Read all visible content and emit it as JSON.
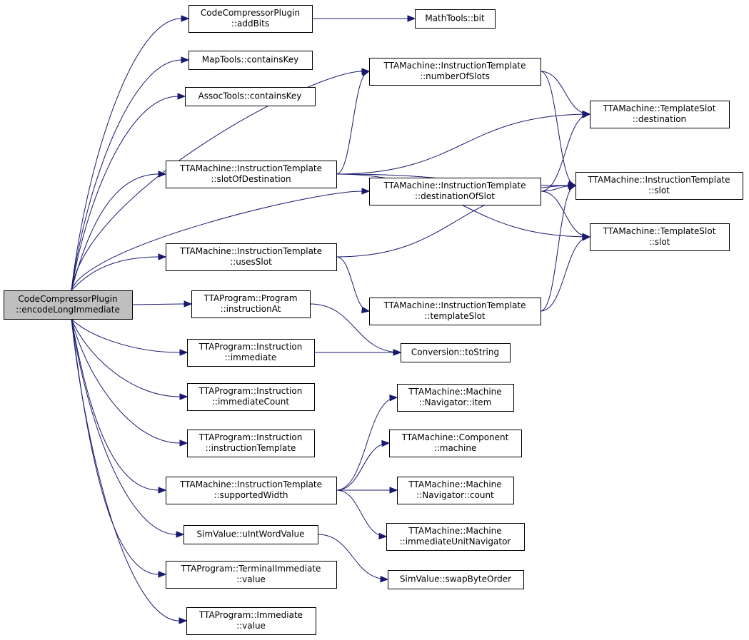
{
  "colors": {
    "edge": "#191970",
    "root_fill": "#bfbfbf",
    "node_fill": "#ffffff",
    "node_stroke": "#000000"
  },
  "nodes": [
    {
      "id": "root",
      "lines": [
        "CodeCompressorPlugin",
        "::encodeLongImmediate"
      ],
      "root": true
    },
    {
      "id": "addBits",
      "lines": [
        "CodeCompressorPlugin",
        "::addBits"
      ]
    },
    {
      "id": "mathBit",
      "lines": [
        "MathTools::bit"
      ]
    },
    {
      "id": "mapContains",
      "lines": [
        "MapTools::containsKey"
      ]
    },
    {
      "id": "assocContains",
      "lines": [
        "AssocTools::containsKey"
      ]
    },
    {
      "id": "numberOfSlots",
      "lines": [
        "TTAMachine::InstructionTemplate",
        "::numberOfSlots"
      ]
    },
    {
      "id": "tsDestination",
      "lines": [
        "TTAMachine::TemplateSlot",
        "::destination"
      ]
    },
    {
      "id": "slotOfDestination",
      "lines": [
        "TTAMachine::InstructionTemplate",
        "::slotOfDestination"
      ]
    },
    {
      "id": "itSlot",
      "lines": [
        "TTAMachine::InstructionTemplate",
        "::slot"
      ]
    },
    {
      "id": "destinationOfSlot",
      "lines": [
        "TTAMachine::InstructionTemplate",
        "::destinationOfSlot"
      ]
    },
    {
      "id": "tsSlot",
      "lines": [
        "TTAMachine::TemplateSlot",
        "::slot"
      ]
    },
    {
      "id": "usesSlot",
      "lines": [
        "TTAMachine::InstructionTemplate",
        "::usesSlot"
      ]
    },
    {
      "id": "instructionAt",
      "lines": [
        "TTAProgram::Program",
        "::instructionAt"
      ]
    },
    {
      "id": "templateSlot",
      "lines": [
        "TTAMachine::InstructionTemplate",
        "::templateSlot"
      ]
    },
    {
      "id": "immediate",
      "lines": [
        "TTAProgram::Instruction",
        "::immediate"
      ]
    },
    {
      "id": "toString",
      "lines": [
        "Conversion::toString"
      ]
    },
    {
      "id": "immediateCount",
      "lines": [
        "TTAProgram::Instruction",
        "::immediateCount"
      ]
    },
    {
      "id": "navItem",
      "lines": [
        "TTAMachine::Machine",
        "::Navigator::item"
      ]
    },
    {
      "id": "instructionTemplate",
      "lines": [
        "TTAProgram::Instruction",
        "::instructionTemplate"
      ]
    },
    {
      "id": "compMachine",
      "lines": [
        "TTAMachine::Component",
        "::machine"
      ]
    },
    {
      "id": "supportedWidth",
      "lines": [
        "TTAMachine::InstructionTemplate",
        "::supportedWidth"
      ]
    },
    {
      "id": "navCount",
      "lines": [
        "TTAMachine::Machine",
        "::Navigator::count"
      ]
    },
    {
      "id": "iuNavigator",
      "lines": [
        "TTAMachine::Machine",
        "::immediateUnitNavigator"
      ]
    },
    {
      "id": "uIntWordValue",
      "lines": [
        "SimValue::uIntWordValue"
      ]
    },
    {
      "id": "swapByteOrder",
      "lines": [
        "SimValue::swapByteOrder"
      ]
    },
    {
      "id": "termImmValue",
      "lines": [
        "TTAProgram::TerminalImmediate",
        "::value"
      ]
    },
    {
      "id": "immValue",
      "lines": [
        "TTAProgram::Immediate",
        "::value"
      ]
    }
  ],
  "edges": [
    {
      "from": "root",
      "to": "addBits"
    },
    {
      "from": "root",
      "to": "mapContains"
    },
    {
      "from": "root",
      "to": "assocContains"
    },
    {
      "from": "root",
      "to": "numberOfSlots"
    },
    {
      "from": "root",
      "to": "slotOfDestination"
    },
    {
      "from": "root",
      "to": "destinationOfSlot"
    },
    {
      "from": "root",
      "to": "usesSlot"
    },
    {
      "from": "root",
      "to": "instructionAt"
    },
    {
      "from": "root",
      "to": "immediate"
    },
    {
      "from": "root",
      "to": "immediateCount"
    },
    {
      "from": "root",
      "to": "instructionTemplate"
    },
    {
      "from": "root",
      "to": "supportedWidth"
    },
    {
      "from": "root",
      "to": "uIntWordValue"
    },
    {
      "from": "root",
      "to": "termImmValue"
    },
    {
      "from": "root",
      "to": "immValue"
    },
    {
      "from": "addBits",
      "to": "mathBit"
    },
    {
      "from": "numberOfSlots",
      "to": "tsDestination"
    },
    {
      "from": "numberOfSlots",
      "to": "itSlot"
    },
    {
      "from": "slotOfDestination",
      "to": "numberOfSlots"
    },
    {
      "from": "slotOfDestination",
      "to": "tsDestination"
    },
    {
      "from": "slotOfDestination",
      "to": "itSlot"
    },
    {
      "from": "slotOfDestination",
      "to": "tsSlot"
    },
    {
      "from": "destinationOfSlot",
      "to": "tsDestination"
    },
    {
      "from": "destinationOfSlot",
      "to": "itSlot"
    },
    {
      "from": "destinationOfSlot",
      "to": "tsSlot"
    },
    {
      "from": "usesSlot",
      "to": "itSlot"
    },
    {
      "from": "usesSlot",
      "to": "templateSlot"
    },
    {
      "from": "templateSlot",
      "to": "itSlot"
    },
    {
      "from": "templateSlot",
      "to": "tsSlot"
    },
    {
      "from": "instructionAt",
      "to": "toString"
    },
    {
      "from": "immediate",
      "to": "toString"
    },
    {
      "from": "supportedWidth",
      "to": "navItem"
    },
    {
      "from": "supportedWidth",
      "to": "compMachine"
    },
    {
      "from": "supportedWidth",
      "to": "navCount"
    },
    {
      "from": "supportedWidth",
      "to": "iuNavigator"
    },
    {
      "from": "uIntWordValue",
      "to": "swapByteOrder"
    }
  ]
}
